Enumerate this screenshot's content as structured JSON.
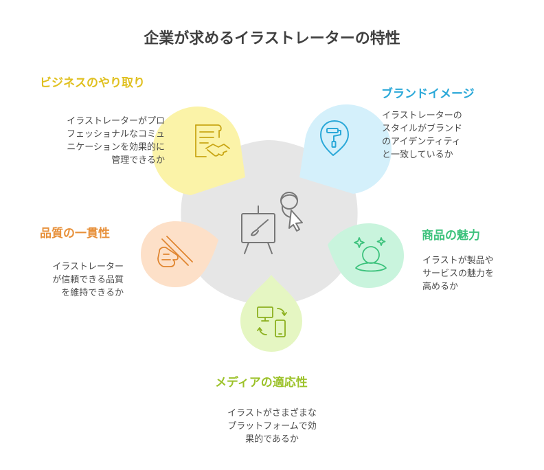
{
  "title": "企業が求めるイラストレーターの特性",
  "colors": {
    "business": "#e0c020",
    "brand": "#2aa8d8",
    "product": "#3cc27c",
    "media": "#9cc22a",
    "quality": "#e7903a",
    "center": "#e6e6e6"
  },
  "items": [
    {
      "title": "ビジネスのやり取り",
      "desc_lines": [
        "イラストレーターがプロ",
        "フェッショナルなコミュ",
        "ニケーションを効果的に",
        "管理できるか"
      ],
      "icon": "contract-handshake-icon"
    },
    {
      "title": "ブランドイメージ",
      "desc_lines": [
        "イラストレーターの",
        "スタイルがブランド",
        "のアイデンティティ",
        "と一致しているか"
      ],
      "icon": "paint-roller-icon"
    },
    {
      "title": "商品の魅力",
      "desc_lines": [
        "イラストが製品や",
        "サービスの魅力を",
        "高めるか"
      ],
      "icon": "meditation-sparkle-icon"
    },
    {
      "title": "メディアの適応性",
      "desc_lines": [
        "イラストがさまざまな",
        "プラットフォームで効",
        "果的であるか"
      ],
      "icon": "devices-sync-icon"
    },
    {
      "title": "品質の一貫性",
      "desc_lines": [
        "イラストレーター",
        "が信頼できる品質",
        "を維持できるか"
      ],
      "icon": "hand-chopsticks-icon"
    }
  ],
  "center_icon": "easel-illustrator-icon"
}
